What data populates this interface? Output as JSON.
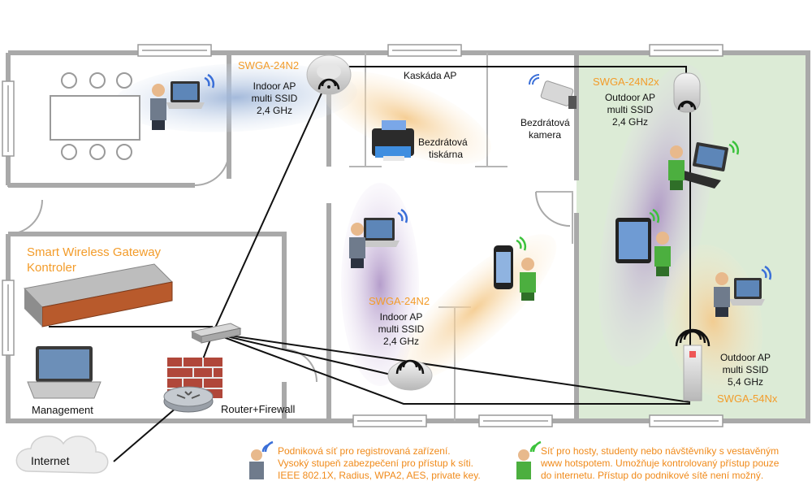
{
  "devices": {
    "ap_top_left": {
      "model": "SWGA-24N2",
      "lines": [
        "Indoor AP",
        "multi SSID",
        "2,4 GHz"
      ]
    },
    "ap_middle": {
      "model": "SWGA-24N2",
      "lines": [
        "Indoor AP",
        "multi SSID",
        "2,4 GHz"
      ]
    },
    "ap_outdoor_24": {
      "model": "SWGA-24N2x",
      "lines": [
        "Outdoor AP",
        "multi SSID",
        "2,4 GHz"
      ]
    },
    "ap_outdoor_54": {
      "model": "SWGA-54Nx",
      "lines": [
        "Outdoor AP",
        "multi SSID",
        "5,4 GHz"
      ]
    },
    "cascade_label": "Kaskáda AP",
    "printer": [
      "Bezdrátová",
      "tiskárna"
    ],
    "camera": [
      "Bezdrátová",
      "kamera"
    ],
    "controller": [
      "Smart Wireless Gateway",
      "Kontroler"
    ],
    "management": "Management",
    "router": "Router+Firewall",
    "internet": "Internet"
  },
  "legend": {
    "corporate": [
      "Podniková síť pro registrovaná zařízení.",
      "Vysoký stupeň zabezpečení pro přístup k síti.",
      "IEEE 802.1X, Radius, WPA2, AES, private key."
    ],
    "guest": [
      "Síť pro hosty, studenty nebo návštěvníky s vestavěným",
      "www hotspotem. Umožňuje kontrolovaný přístup pouze",
      "do internetu. Přístup do podnikové sítě není možný."
    ]
  },
  "colors": {
    "corporate_zone": "#c9d6e8",
    "guest_zone": "#f6d9a8",
    "purple_zone": "#c8b3d6",
    "outdoor_area": "#dcebd6",
    "wifi_blue": "#3a6fd8",
    "wifi_green": "#3cc23c",
    "accent_orange": "#f39c2a"
  }
}
